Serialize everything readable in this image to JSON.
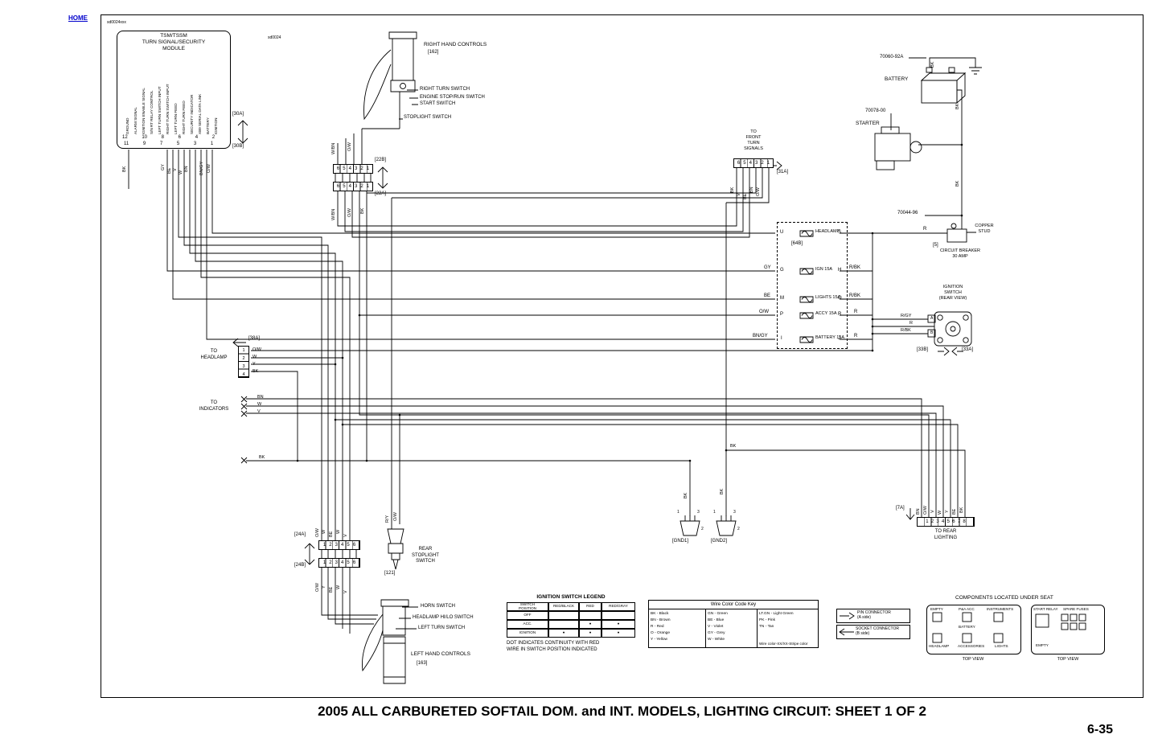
{
  "page": {
    "home": "HOME",
    "code_outer": "sd0024xxx",
    "code_inner": "sd0024",
    "title": "2005 ALL CARBURETED SOFTAIL DOM. and INT. MODELS, LIGHTING CIRCUIT: SHEET 1 OF 2",
    "page_number": "6-35"
  },
  "tsm": {
    "title": "TSM/TSSM\nTURN SIGNAL/SECURITY\nMODULE",
    "pins": [
      "GROUND",
      "ALARM SIGNAL",
      "IGNITION ENABLE SIGNAL",
      "S/N RT RELAY CONTROL",
      "LEFT TURN SWITCH INPUT",
      "RIGHT TURN SWITCH INPUT",
      "LEFT TURN FEED",
      "RIGHT TURN FEED",
      "SECURITY INDICATOR",
      "XB9 SERIAL DATA LINK",
      "BATTERY",
      "IGNITION"
    ],
    "pin_numbers_top": "12 10 8 6 4 2",
    "pin_numbers_bottom": "11 9 7 5 3 1",
    "wire_labels": [
      "BK",
      "GY",
      "BE",
      "V",
      "W",
      "BN",
      "BN/GY",
      "O/W"
    ],
    "conn_a": "[30A]",
    "conn_b": "[30B]"
  },
  "right_controls": {
    "title": "RIGHT HAND CONTROLS",
    "ref": "[162]",
    "switches": [
      "RIGHT TURN SWITCH",
      "ENGINE STOP/RUN SWITCH",
      "START SWITCH",
      "STOPLIGHT SWITCH"
    ],
    "conn_top": "[22B]",
    "conn_bottom": "[22A]",
    "pin_row": "6 5 4 3 2 1",
    "wires_top": [
      "W/BN",
      "O/W"
    ],
    "wires_bottom": [
      "W/BN",
      "O/W",
      "BK"
    ]
  },
  "front_turn": {
    "label": "TO\nFRONT\nTURN\nSIGNALS",
    "conn": "[31A]",
    "wires": [
      "BK",
      "V",
      "BE",
      "BN",
      "O/W"
    ]
  },
  "battery": {
    "label": "BATTERY",
    "part": "70060-92A",
    "wire": "BK"
  },
  "starter": {
    "label": "STARTER",
    "part": "70078-00"
  },
  "breaker": {
    "part": "70044-96",
    "stud": "COPPER\nSTUD",
    "ref": "[5]",
    "label": "CIRCUIT BREAKER\n30 AMP",
    "wire_r": "R"
  },
  "fuse_block": {
    "ref": "[64B]",
    "rows": [
      {
        "left": "U",
        "name": "HEADLAMP",
        "right": "S",
        "wire_left": "",
        "wire_right": ""
      },
      {
        "left": "G",
        "name": "IGN 15A",
        "right": "H",
        "wire_left": "GY",
        "wire_right": "R/BK"
      },
      {
        "left": "M",
        "name": "LIGHTS 15A",
        "right": "O",
        "wire_left": "BE",
        "wire_right": "R/BK"
      },
      {
        "left": "P",
        "name": "ACCY 15A",
        "right": "R",
        "wire_left": "O/W",
        "wire_right": "R"
      },
      {
        "left": "I",
        "name": "BATTERY 15A",
        "right": "J",
        "wire_left": "BN/GY",
        "wire_right": "R"
      }
    ]
  },
  "ignition_switch": {
    "label": "IGNITION\nSWITCH\n(REAR VIEW)",
    "term_a": "A",
    "term_b": "B",
    "wires": [
      "R/GY",
      "R",
      "R/BK"
    ],
    "conn_b": "[33B]",
    "conn_a": "[33A]"
  },
  "headlamp_conn": {
    "label": "TO\nHEADLAMP",
    "conn": "[38A]",
    "pins": "1\n2\n3\n4",
    "wires": [
      "O/W",
      "W",
      "Y",
      "BK"
    ]
  },
  "indicators": {
    "label": "TO\nINDICATORS",
    "wires": [
      "BN",
      "W",
      "V"
    ],
    "bk": "BK"
  },
  "left_controls": {
    "conn_top": "[24A]",
    "conn_bottom": "[24B]",
    "pin_row": "1 2 3 4 5 6",
    "wires_top": [
      "O/W",
      "W",
      "BE",
      "W",
      "V"
    ],
    "wires_bottom": [
      "O/W",
      "Y",
      "BE",
      "W",
      "V"
    ],
    "switches": [
      "HORN SWITCH",
      "HEADLAMP HI/LO SWITCH",
      "LEFT TURN SWITCH"
    ],
    "title": "LEFT HAND CONTROLS",
    "ref": "[163]"
  },
  "stoplight": {
    "label": "REAR\nSTOPLIGHT\nSWITCH",
    "ref": "[121]",
    "wires": [
      "R/Y",
      "O/W"
    ]
  },
  "grounds": {
    "gnd1": "[GND1]",
    "gnd2": "[GND2]",
    "pins1": [
      "1",
      "3",
      "2"
    ],
    "pins2": [
      "1",
      "3",
      "2"
    ],
    "wires": [
      "BK",
      "BK",
      "BK"
    ]
  },
  "rear_lighting": {
    "conn": "[7A]",
    "pin_row": "1 2 3 4 5 6 7 8",
    "label": "TO REAR\nLIGHTING",
    "wires": [
      "BN",
      "O/W",
      "V",
      "W",
      "Y",
      "BE",
      "BK"
    ]
  },
  "switch_legend": {
    "title": "IGNITION SWITCH LEGEND",
    "headers": [
      "SWITCH\nPOSITION",
      "RED/BLACK",
      "RED",
      "RED/GRAY"
    ],
    "rows": [
      [
        "OFF",
        "",
        "",
        ""
      ],
      [
        "ACC.",
        "",
        "●",
        "●"
      ],
      [
        "IGNITION",
        "●",
        "●",
        "●"
      ]
    ],
    "note": "DOT INDICATES CONTINUITY WITH RED\nWIRE IN SWITCH POSITION INDICATED"
  },
  "color_key": {
    "title": "Wire Color Code Key",
    "col1": "BK - Black\nBN - Brown\nR - Red\nO - Orange\nY - Yellow",
    "col2": "GN - Green\nBE - Blue\nV - Violet\nGY - Grey\nW - White",
    "col3": "LT.GN - Light Green\nPK - Pink\nTN - Tan",
    "note": "Wire color-XX/XX-Stripe color"
  },
  "connector_legend": {
    "pin": "PIN CONNECTOR\n(A side)",
    "socket": "SOCKET CONNECTOR\n(B side)"
  },
  "under_seat": {
    "title": "COMPONENTS LOCATED UNDER SEAT",
    "left_top": [
      "EMPTY",
      "P&A ACC",
      "INSTRUMENTS"
    ],
    "left_side": "BATTERY",
    "left_bottom": [
      "HEADLAMP",
      "ACCESSORIES",
      "LIGHTS"
    ],
    "right_labels": [
      "START RELAY",
      "SPARE FUSES",
      "EMPTY"
    ],
    "top_view": "TOP VIEW"
  }
}
